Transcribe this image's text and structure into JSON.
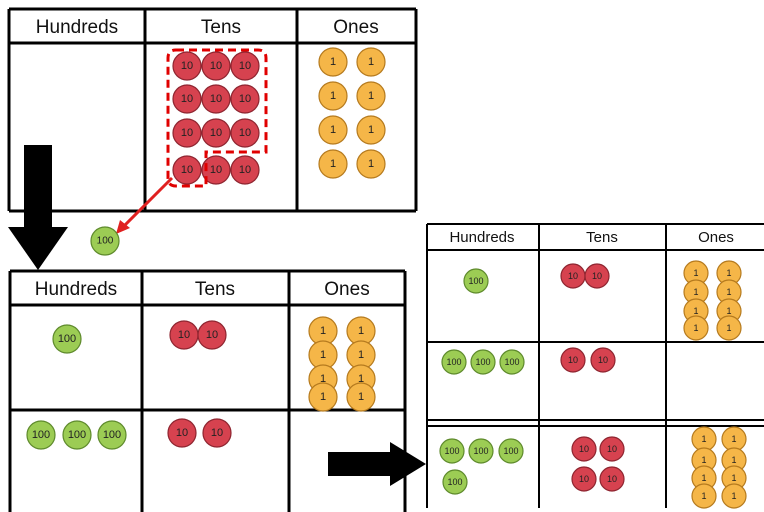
{
  "headers": {
    "hundreds": "Hundreds",
    "tens": "Tens",
    "ones": "Ones"
  },
  "counter_labels": {
    "hundred": "100",
    "ten": "10",
    "one": "1"
  },
  "colors": {
    "hundred_fill": "#9ccc54",
    "hundred_stroke": "#5e8a2c",
    "ten_fill": "#d6424f",
    "ten_stroke": "#8e2530",
    "one_fill": "#f5b648",
    "one_stroke": "#b57a1e",
    "regroup_outline": "#e00000",
    "flow_arrow": "#000000"
  },
  "charts": {
    "top": {
      "rows": [
        {
          "hundreds": 0,
          "tens": 12,
          "ones": 8
        }
      ]
    },
    "middle": {
      "rows": [
        {
          "hundreds": 1,
          "tens": 2,
          "ones": 8
        },
        {
          "hundreds": 3,
          "tens": 2,
          "ones": 0
        }
      ]
    },
    "right": {
      "rows": [
        {
          "hundreds": 1,
          "tens": 2,
          "ones": 8
        },
        {
          "hundreds": 3,
          "tens": 2,
          "ones": 0
        },
        {
          "hundreds": 4,
          "tens": 4,
          "ones": 8
        }
      ]
    }
  },
  "exchange_counter": "100"
}
